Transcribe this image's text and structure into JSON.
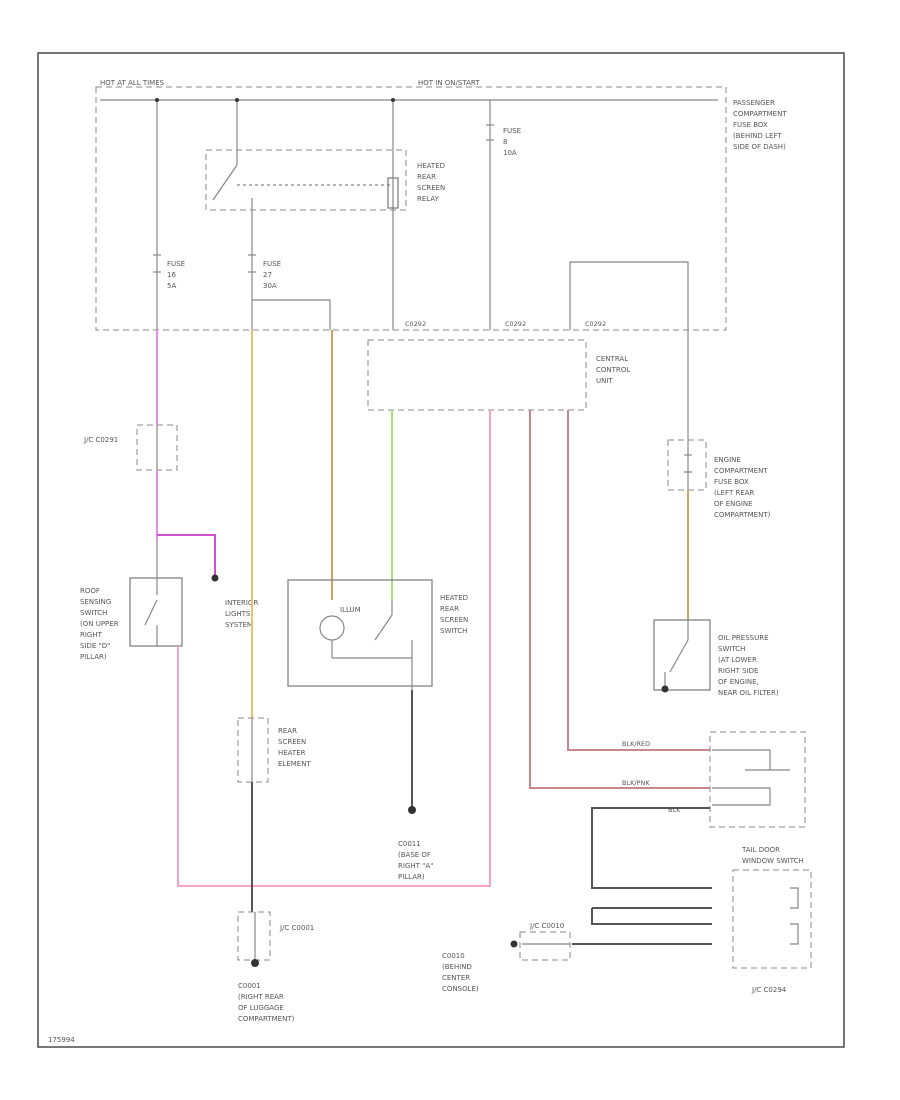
{
  "labels": {
    "hot_at_all_times": "HOT AT ALL TIMES",
    "hot_in_on_start": "HOT IN ON/START",
    "passenger_fuse_box": [
      "PASSENGER",
      "COMPARTMENT",
      "FUSE BOX",
      "(BEHIND LEFT",
      "SIDE OF DASH)"
    ],
    "fuse_8": [
      "FUSE",
      "8",
      "10A"
    ],
    "heated_rear_screen_relay": [
      "HEATED",
      "REAR",
      "SCREEN",
      "RELAY"
    ],
    "fuse_16": [
      "FUSE",
      "16",
      "5A"
    ],
    "fuse_27": [
      "FUSE",
      "27",
      "30A"
    ],
    "connectors_top": [
      "C0292",
      "C0292",
      "C0292"
    ],
    "central_control_unit": [
      "CENTRAL",
      "CONTROL",
      "UNIT"
    ],
    "jc_c0291": "J/C C0291",
    "roof_sensing_switch": [
      "ROOF",
      "SENSING",
      "SWITCH",
      "(ON UPPER",
      "RIGHT",
      "SIDE \"D\"",
      "PILLAR)"
    ],
    "interior_lights_system": [
      "INTERIOR",
      "LIGHTS",
      "SYSTEM"
    ],
    "heated_rear_screen_switch": [
      "HEATED",
      "REAR",
      "SCREEN",
      "SWITCH"
    ],
    "illum": "ILLUM",
    "rear_screen_heater_element": [
      "REAR",
      "SCREEN",
      "HEATER",
      "ELEMENT"
    ],
    "ground_c0011": [
      "C0011",
      "(BASE OF",
      "RIGHT \"A\"",
      "PILLAR)"
    ],
    "jc_c0001": "J/C C0001",
    "ground_c0001": [
      "C0001",
      "(RIGHT REAR",
      "OF LUGGAGE",
      "COMPARTMENT)"
    ],
    "engine_fuse_box": [
      "ENGINE",
      "COMPARTMENT",
      "FUSE BOX",
      "(LEFT REAR",
      "OF ENGINE",
      "COMPARTMENT)"
    ],
    "oil_pressure_switch": [
      "OIL PRESSURE",
      "SWITCH",
      "(AT LOWER",
      "RIGHT SIDE",
      "OF ENGINE,",
      "NEAR OIL FILTER)"
    ],
    "tail_door_window_switch": [
      "TAIL DOOR",
      "WINDOW SWITCH"
    ],
    "jc_c0294": "J/C C0294",
    "jc_c0010": "J/C C0010",
    "ground_c0010": [
      "C0010",
      "(BEHIND",
      "CENTER",
      "CONSOLE)"
    ],
    "wire_black_red": "BLK/RED",
    "wire_black_pink": "BLK/PNK",
    "wire_blk": "BLK",
    "figure_id": "175994"
  }
}
